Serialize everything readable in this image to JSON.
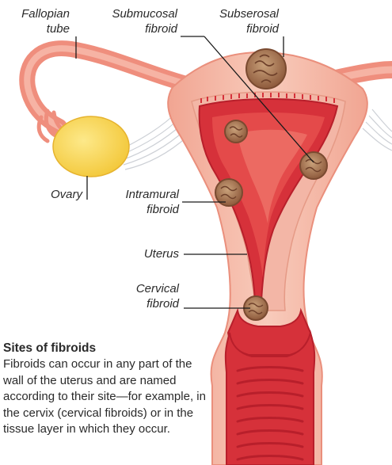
{
  "labels": {
    "fallopian_tube": [
      "Fallopian",
      "tube"
    ],
    "submucosal": [
      "Submucosal",
      "fibroid"
    ],
    "subserosal": [
      "Subserosal",
      "fibroid"
    ],
    "ovary": "Ovary",
    "intramural": [
      "Intramural",
      "fibroid"
    ],
    "uterus": "Uterus",
    "cervical": [
      "Cervical",
      "fibroid"
    ]
  },
  "caption": {
    "title": "Sites of fibroids",
    "body": "Fibroids can occur in any part of the wall of the uterus and are named according to their site—for example, in the cervix (cervical fibroids) or in the tissue layer in which they occur."
  }
}
